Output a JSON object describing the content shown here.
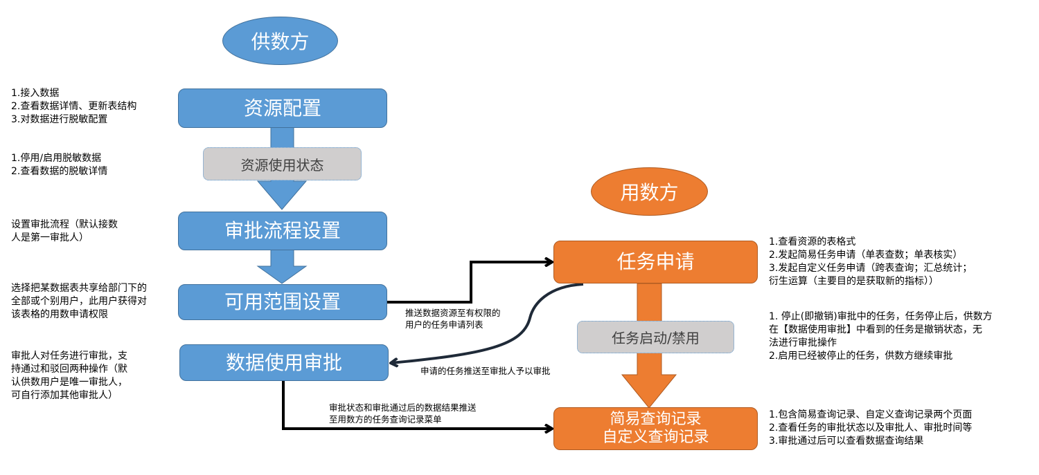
{
  "lanes": {
    "supplier": {
      "title": "供数方",
      "color": "#5b9bd5"
    },
    "consumer": {
      "title": "用数方",
      "color": "#ed7d31"
    }
  },
  "supplier_steps": [
    {
      "label": "资源配置",
      "note": "1.接入数据\n2.查看数据详情、更新表结构\n3.对数据进行脱敏配置"
    },
    {
      "label": "审批流程设置",
      "note": "设置审批流程（默认接数\n人是第一审批人）"
    },
    {
      "label": "可用范围设置",
      "note": "选择把某数据表共享给部门下的\n全部或个别用户，此用户获得对\n该表格的用数申请权限"
    },
    {
      "label": "数据使用审批",
      "note": "审批人对任务进行审批，支\n持通过和驳回两种操作（默\n认供数用户是唯一审批人，\n可自行添加其他审批人）"
    }
  ],
  "supplier_state": {
    "label": "资源使用状态",
    "note": "1.停用/启用脱敏数据\n2.查看数据的脱敏详情"
  },
  "consumer_steps": [
    {
      "label": "任务申请",
      "note": "1.查看资源的表格式\n2.发起简易任务申请（单表查数；单表核实）\n3.发起自定义任务申请（跨表查询；汇总统计；\n衍生运算（主要目的是获取新的指标））"
    },
    {
      "label_line1": "简易查询记录",
      "label_line2": "自定义查询记录",
      "note": "1.包含简易查询记录、自定义查询记录两个页面\n2.查看任务的审批状态以及审批人、审批时间等\n3.审批通过后可以查看数据查询结果"
    }
  ],
  "consumer_state": {
    "label": "任务启动/禁用",
    "note": "1. 停止(即撤销)审批中的任务，任务停止后，供数方\n在【数据使用审批】中看到的任务是撤销状态，无\n法进行审批操作\n2.启用已经被停止的任务，供数方继续审批"
  },
  "edges": [
    {
      "from": "可用范围设置",
      "to": "任务申请",
      "label": "推送数据资源至有权限的\n用户的任务申请列表"
    },
    {
      "from": "任务申请",
      "to": "数据使用审批",
      "label": "申请的任务推送至审批人予以审批"
    },
    {
      "from": "数据使用审批",
      "to": "简易查询记录/自定义查询记录",
      "label": "审批状态和审批通过后的数据结果推送\n至用数方的任务查询记录菜单"
    }
  ]
}
